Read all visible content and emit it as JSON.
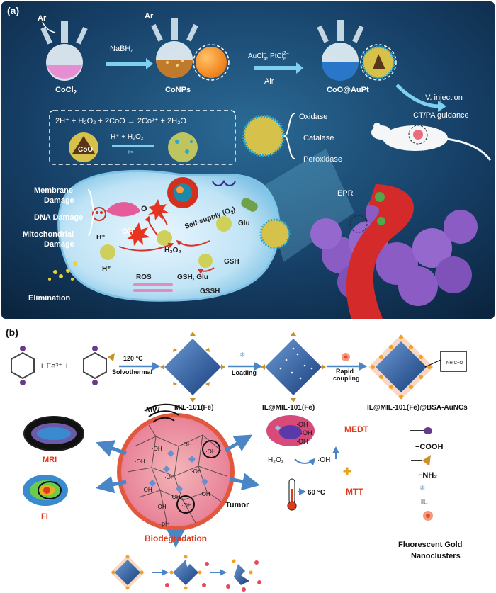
{
  "panel_a": {
    "label": "(a)",
    "top_row": {
      "ar1": "Ar",
      "ar2": "Ar",
      "cocl2": "CoCl",
      "cocl2_sub": "2",
      "nabh4": "NaBH",
      "nabh4_sub": "4",
      "conps": "CoNPs",
      "reagents": "AuCl",
      "reagents_sup1": "4",
      "reagents_sup1b": "–",
      "reagents_mid": ", PtCl",
      "reagents_sup2": "6",
      "reagents_sup2b": "2–",
      "air": "Air",
      "product": "CoO@AuPt",
      "iv": "I.V. injection",
      "ctpa": "CT/PA guidance"
    },
    "reaction_box": {
      "equation": "2H⁺ + H₂O₂ + 2CoO → 2Co²⁺ + 2H₂O",
      "coo": "CoO",
      "h_h2o2": "H⁺ + H₂O₂"
    },
    "enzymes": [
      "Oxidase",
      "Catalase",
      "Peroxidase"
    ],
    "damage": [
      "Membrane",
      "Damage",
      "DNA Damage",
      "Mitochondrial",
      "Damage"
    ],
    "cell": {
      "o2": "O",
      "oh": "OH",
      "self_supply": "Self-supply (O",
      "glu": "Glu",
      "h2o2": "H₂O₂",
      "h_plus1": "H⁺",
      "h_plus2": "H⁺",
      "ros": "ROS",
      "gsh_glu": "GSH, Glu",
      "gsh": "GSH",
      "gssh": "GSSH"
    },
    "epr": "EPR",
    "elimination": "Elimination"
  },
  "panel_b": {
    "label": "(b)",
    "synthesis": {
      "fe": "+ Fe³⁺ +",
      "temp": "120 °C",
      "solvothermal": "Solvothermal",
      "loading": "Loading",
      "rapid": "Rapid",
      "coupling": "coupling",
      "mil": "MIL-101(Fe)",
      "il_mil": "IL@MIL-101(Fe)",
      "il_mil_bsa": "IL@MIL-101(Fe)@BSA-AuNCs"
    },
    "therapy": {
      "mw": "MW",
      "mri": "MRI",
      "fi": "FI",
      "tumor": "Tumor",
      "ph": "pH",
      "biodegradation": "Biodegradation",
      "medt": "MEDT",
      "mtt": "MTT",
      "h2o2": "H₂O₂",
      "oh": "·OH",
      "temp": "60 °C",
      "oh_cell": "·OH"
    },
    "legend": {
      "cooh": "−COOH",
      "nh2": "−NH₂",
      "il": "IL",
      "gold1": "Fluorescent Gold",
      "gold2": "Nanoclusters"
    }
  },
  "colors": {
    "panel_a_bg": "#123a5e",
    "tumor_red": "#e2583f",
    "arrow_blue": "#4a86c6",
    "label_red": "#e03a1e"
  }
}
